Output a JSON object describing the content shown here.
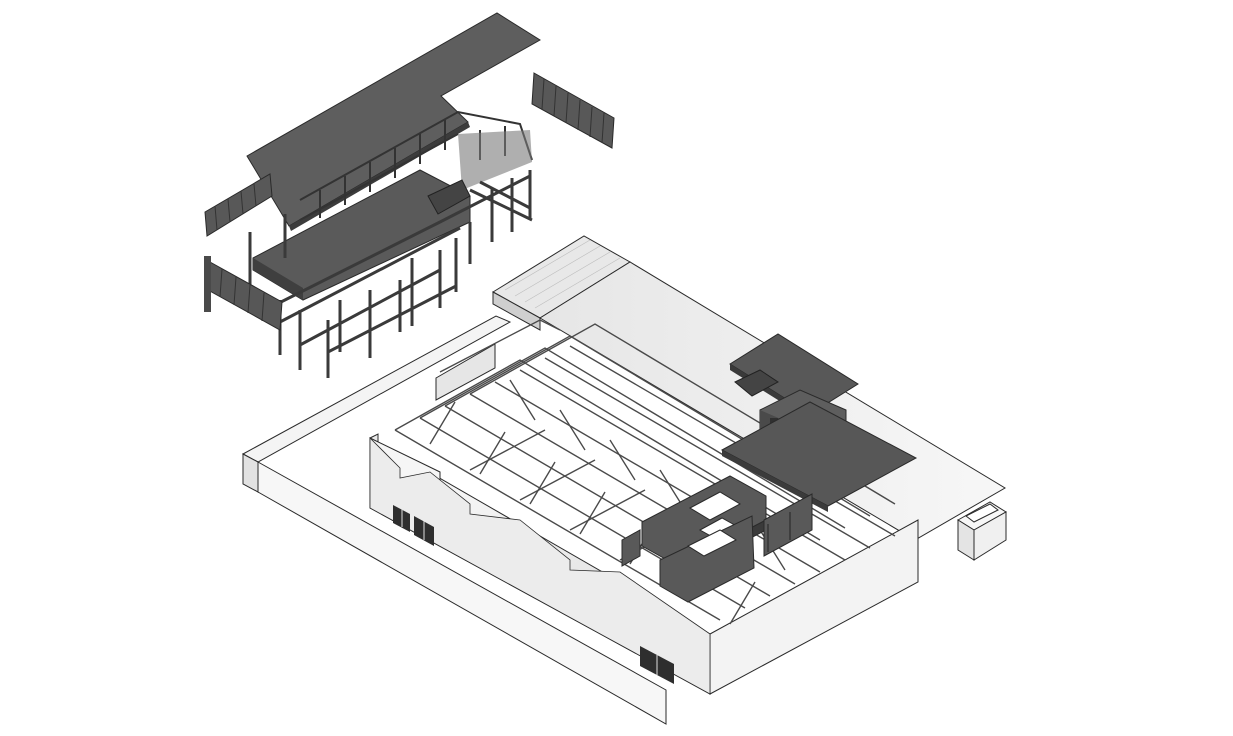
{
  "drawing": {
    "type": "exploded isometric axonometric diagram",
    "text_labels": [],
    "colors": {
      "background": "#ffffff",
      "dark_fill": "#5b5b5b",
      "darker_fill": "#3f3f3f",
      "light_wall": "#f1f1f1",
      "mid_wall": "#d9d9d9",
      "outline": "#2a2a2a"
    },
    "components": [
      "upper-exploded-floor-assembly",
      "main-building-shell",
      "sawtooth-roof-trusses",
      "entrance-canopy-assembly",
      "interior-partition-walls",
      "side-annex-box"
    ]
  }
}
